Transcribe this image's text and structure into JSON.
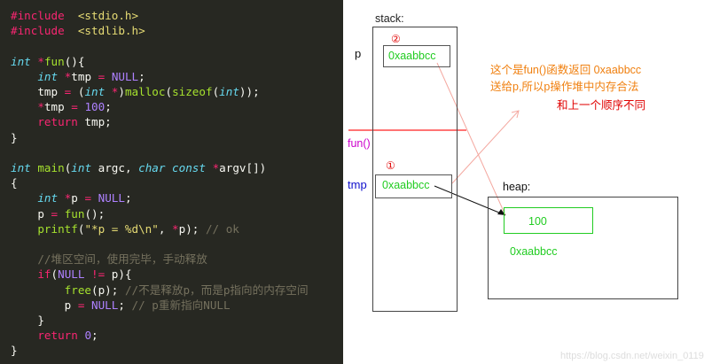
{
  "code_lines": [
    [
      [
        "pp",
        "#include"
      ],
      [
        "",
        "  "
      ],
      [
        "inc",
        "<stdio.h>"
      ]
    ],
    [
      [
        "pp",
        "#include"
      ],
      [
        "",
        "  "
      ],
      [
        "inc",
        "<stdlib.h>"
      ]
    ],
    [],
    [
      [
        "ty",
        "int"
      ],
      [
        "",
        " "
      ],
      [
        "op",
        "*"
      ],
      [
        "fn",
        "fun"
      ],
      [
        "",
        "(){"
      ]
    ],
    [
      [
        "",
        "    "
      ],
      [
        "ty",
        "int"
      ],
      [
        "",
        " "
      ],
      [
        "op",
        "*"
      ],
      [
        "",
        "tmp "
      ],
      [
        "op",
        "="
      ],
      [
        "",
        " "
      ],
      [
        "num",
        "NULL"
      ],
      [
        "",
        ";"
      ]
    ],
    [
      [
        "",
        "    tmp "
      ],
      [
        "op",
        "="
      ],
      [
        "",
        " ("
      ],
      [
        "ty",
        "int"
      ],
      [
        "",
        " "
      ],
      [
        "op",
        "*"
      ],
      [
        "",
        ")"
      ],
      [
        "fn",
        "malloc"
      ],
      [
        "",
        "("
      ],
      [
        "fn",
        "sizeof"
      ],
      [
        "",
        "("
      ],
      [
        "ty",
        "int"
      ],
      [
        "",
        "));"
      ]
    ],
    [
      [
        "",
        "    "
      ],
      [
        "op",
        "*"
      ],
      [
        "",
        "tmp "
      ],
      [
        "op",
        "="
      ],
      [
        "",
        " "
      ],
      [
        "num",
        "100"
      ],
      [
        "",
        ";"
      ]
    ],
    [
      [
        "",
        "    "
      ],
      [
        "kw",
        "return"
      ],
      [
        "",
        " tmp;"
      ]
    ],
    [
      [
        "",
        "}"
      ]
    ],
    [],
    [
      [
        "ty",
        "int"
      ],
      [
        "",
        " "
      ],
      [
        "fn",
        "main"
      ],
      [
        "",
        "("
      ],
      [
        "ty",
        "int"
      ],
      [
        "",
        " argc, "
      ],
      [
        "ty",
        "char"
      ],
      [
        "",
        " "
      ],
      [
        "ty",
        "const"
      ],
      [
        "",
        " "
      ],
      [
        "op",
        "*"
      ],
      [
        "",
        "argv[])"
      ]
    ],
    [
      [
        "",
        "{"
      ]
    ],
    [
      [
        "",
        "    "
      ],
      [
        "ty",
        "int"
      ],
      [
        "",
        " "
      ],
      [
        "op",
        "*"
      ],
      [
        "",
        "p "
      ],
      [
        "op",
        "="
      ],
      [
        "",
        " "
      ],
      [
        "num",
        "NULL"
      ],
      [
        "",
        ";"
      ]
    ],
    [
      [
        "",
        "    p "
      ],
      [
        "op",
        "="
      ],
      [
        "",
        " "
      ],
      [
        "fn",
        "fun"
      ],
      [
        "",
        "();"
      ]
    ],
    [
      [
        "",
        "    "
      ],
      [
        "fn",
        "printf"
      ],
      [
        "",
        "("
      ],
      [
        "str",
        "\"*p = %d\\n\""
      ],
      [
        "",
        ", "
      ],
      [
        "op",
        "*"
      ],
      [
        "",
        "p); "
      ],
      [
        "cm",
        "// ok"
      ]
    ],
    [],
    [
      [
        "",
        "    "
      ],
      [
        "cm",
        "//堆区空间，使用完毕，手动释放"
      ]
    ],
    [
      [
        "",
        "    "
      ],
      [
        "kw",
        "if"
      ],
      [
        "",
        "("
      ],
      [
        "num",
        "NULL"
      ],
      [
        "",
        " "
      ],
      [
        "op",
        "!="
      ],
      [
        "",
        " p){"
      ]
    ],
    [
      [
        "",
        "        "
      ],
      [
        "fn",
        "free"
      ],
      [
        "",
        "(p); "
      ],
      [
        "cm",
        "//不是释放p，而是p指向的内存空间"
      ]
    ],
    [
      [
        "",
        "        p "
      ],
      [
        "op",
        "="
      ],
      [
        "",
        " "
      ],
      [
        "num",
        "NULL"
      ],
      [
        "",
        "; "
      ],
      [
        "cm",
        "// p重新指向NULL"
      ]
    ],
    [
      [
        "",
        "    }"
      ]
    ],
    [
      [
        "",
        "    "
      ],
      [
        "kw",
        "return"
      ],
      [
        "",
        " "
      ],
      [
        "num",
        "0"
      ],
      [
        "",
        ";"
      ]
    ],
    [
      [
        "",
        "}"
      ]
    ]
  ],
  "diagram": {
    "stack_label": "stack:",
    "heap_label": "heap:",
    "p_label": "p",
    "tmp_label": "tmp",
    "fun_label": "fun()",
    "circle_2": "②",
    "circle_1": "①",
    "p_value": "0xaabbcc",
    "tmp_value": "0xaabbcc",
    "heap_value": "100",
    "heap_address": "0xaabbcc",
    "annotation_line1": "这个是fun()函数返回 0xaabbcc",
    "annotation_line2": "送给p,所以p操作堆中内存合法",
    "annotation_line3": "和上一个顺序不同",
    "watermark": "https://blog.csdn.net/weixin_0119"
  },
  "colors": {
    "code_bg": "#272822",
    "value_green": "#22cc22",
    "annotation_orange": "#f08010",
    "annotation_red": "#e00000",
    "fun_magenta": "#cc00cc",
    "tmp_blue": "#1010cc"
  }
}
